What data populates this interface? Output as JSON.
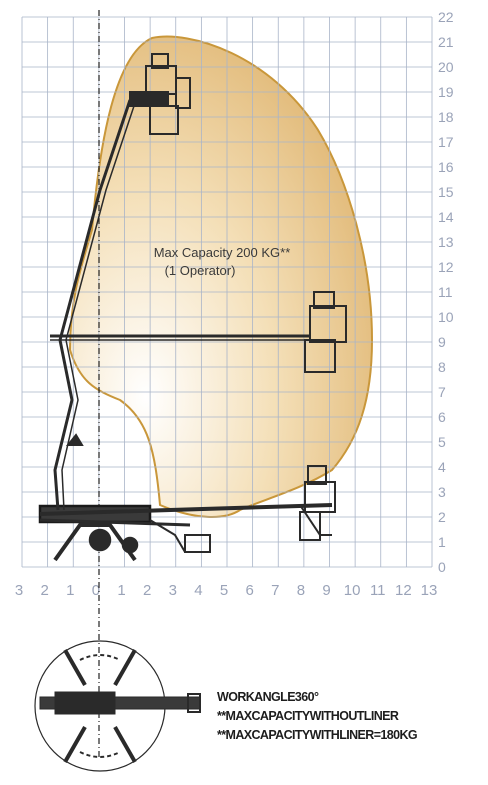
{
  "diagram": {
    "capacity_label": "Max Capacity 200 KG**",
    "operator_label": "(1 Operator)",
    "y_axis_ticks": [
      "0",
      "1",
      "2",
      "3",
      "4",
      "5",
      "6",
      "7",
      "8",
      "9",
      "10",
      "11",
      "12",
      "13",
      "14",
      "15",
      "16",
      "17",
      "18",
      "19",
      "20",
      "21",
      "22"
    ],
    "x_axis_ticks": [
      "3",
      "2",
      "1",
      "0",
      "1",
      "2",
      "3",
      "4",
      "5",
      "6",
      "7",
      "8",
      "9",
      "10",
      "11",
      "12",
      "13"
    ],
    "envelope_color": "#e6c07a",
    "envelope_border_color": "#c9973a",
    "grid_color": "#a9b4c8",
    "machine_color": "#2a2a2a"
  },
  "notes": {
    "work_angle": "WORKANGLE360°",
    "capacity_without_liner": "**MAXCAPACITYWITHOUTLINER",
    "capacity_with_liner": "**MAXCAPACITYWITHLINER=180KG"
  }
}
